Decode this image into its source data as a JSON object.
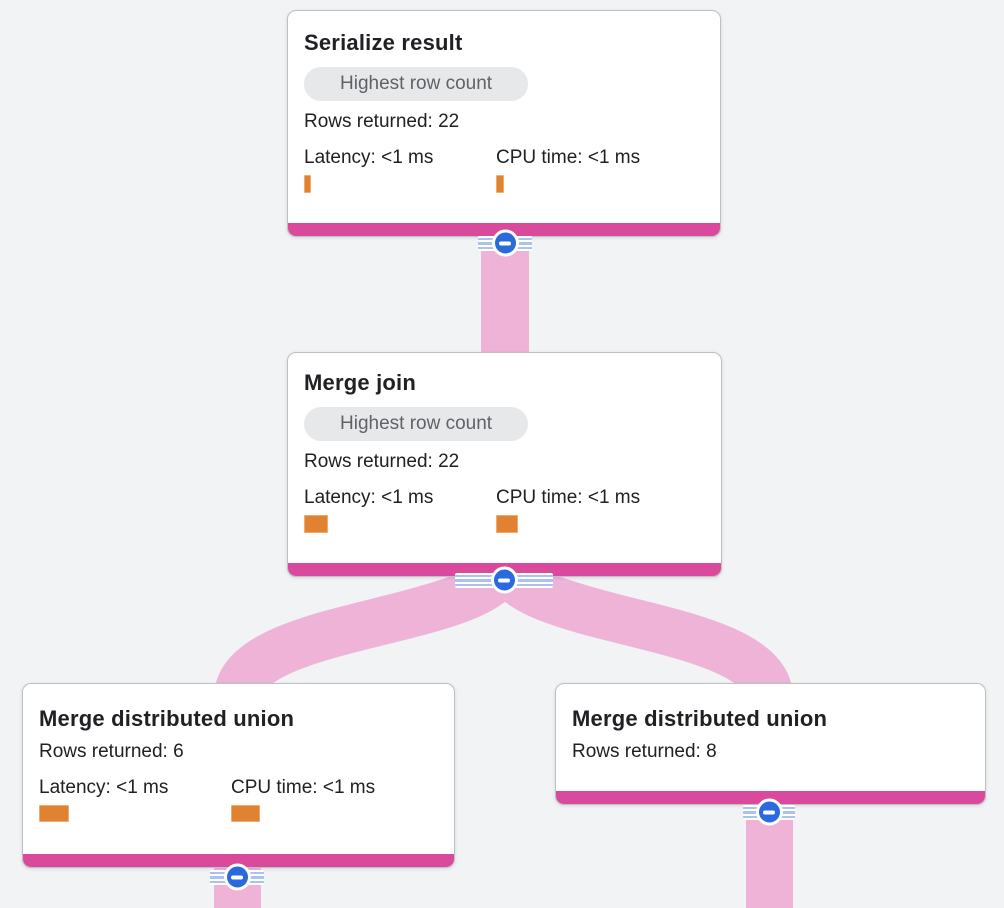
{
  "app": "query-execution-plan-graph",
  "colors": {
    "background": "#f1f3f4",
    "node_accent_pink": "#d9499c",
    "flow_pink": "#efb3d8",
    "expander_blue": "#2b6ade",
    "stripe_blue": "#a9c2ef",
    "metric_bar_orange": "#e08231",
    "badge_background": "#e7e8ea",
    "badge_text": "#5f6368",
    "text": "#202124"
  },
  "nodes": [
    {
      "id": "serialize-result",
      "title": "Serialize result",
      "badge": "Highest row count",
      "rows_returned": "Rows returned: 22",
      "latency": "Latency: <1 ms",
      "cpu_time": "CPU time: <1 ms",
      "latency_bar_w": 5,
      "latency_bar_h": 16,
      "cpu_bar_w": 6,
      "cpu_bar_h": 16
    },
    {
      "id": "merge-join",
      "title": "Merge join",
      "badge": "Highest row count",
      "rows_returned": "Rows returned: 22",
      "latency": "Latency: <1 ms",
      "cpu_time": "CPU time: <1 ms",
      "latency_bar_w": 22,
      "latency_bar_h": 16,
      "cpu_bar_w": 20,
      "cpu_bar_h": 16
    },
    {
      "id": "merge-distributed-union-left",
      "title": "Merge distributed union",
      "rows_returned": "Rows returned: 6",
      "latency": "Latency: <1 ms",
      "cpu_time": "CPU time: <1 ms",
      "latency_bar_w": 28,
      "latency_bar_h": 15,
      "cpu_bar_w": 27,
      "cpu_bar_h": 15
    },
    {
      "id": "merge-distributed-union-right",
      "title": "Merge distributed union",
      "rows_returned": "Rows returned: 8"
    }
  ]
}
